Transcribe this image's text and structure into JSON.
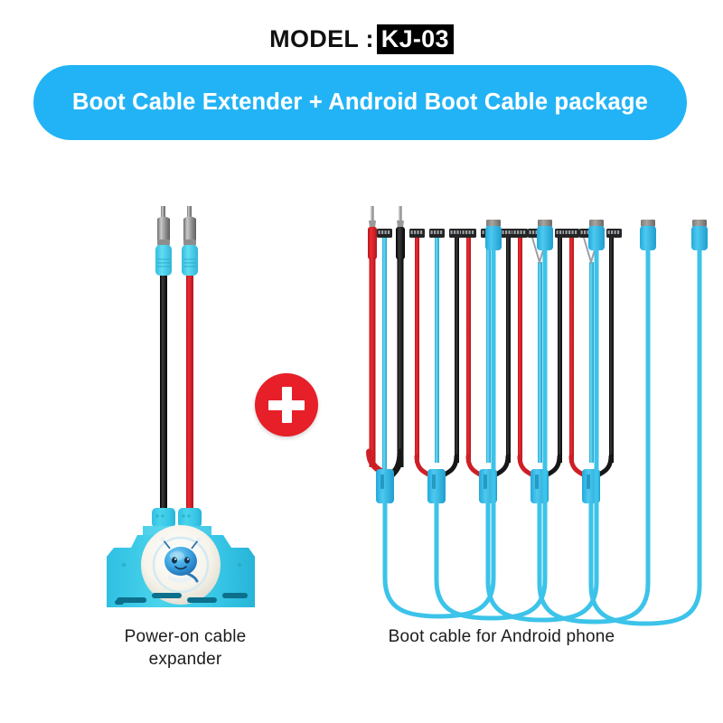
{
  "header": {
    "model_label": "MODEL :",
    "model_value": "KJ-03"
  },
  "banner": {
    "text": "Boot Cable Extender + Android Boot Cable package",
    "background_color": "#21b3f5",
    "text_color": "#ffffff"
  },
  "plus_badge": {
    "symbol": "+",
    "circle_color": "#e61f28",
    "symbol_color": "#ffffff"
  },
  "products": [
    {
      "id": "power-on-cable-expander",
      "caption_line_1": "Power-on cable",
      "caption_line_2": "expander",
      "caption_full": "Power-on cable expander",
      "body_color": "#3fc9e6",
      "logo": "robot-mascot",
      "leads": [
        {
          "name": "negative-lead",
          "wire_color": "#1a1a1a",
          "plug_color": "#4fd2e8",
          "tip": "banana-plug"
        },
        {
          "name": "positive-lead",
          "wire_color": "#e02027",
          "plug_color": "#4fd2e8",
          "tip": "banana-plug"
        }
      ],
      "bottom_port_count": 5,
      "top_post_count": 2
    },
    {
      "id": "android-boot-cable",
      "caption_line_1": "Boot cable for Android phone",
      "caption_line_2": "",
      "caption_full": "Boot cable for Android phone",
      "probe_colors": [
        "#e02027",
        "#151515"
      ],
      "probe_count": 2,
      "connector_head_count": 16,
      "junction_block_count": 5,
      "junction_color": "#2ab6e8",
      "usb_connector_count": 5,
      "usb_body_color": "#29b8e8",
      "usb_tip_color": "#8a8a8a",
      "wire_colors": [
        "#e02027",
        "#151515",
        "#45c8ec"
      ]
    }
  ]
}
